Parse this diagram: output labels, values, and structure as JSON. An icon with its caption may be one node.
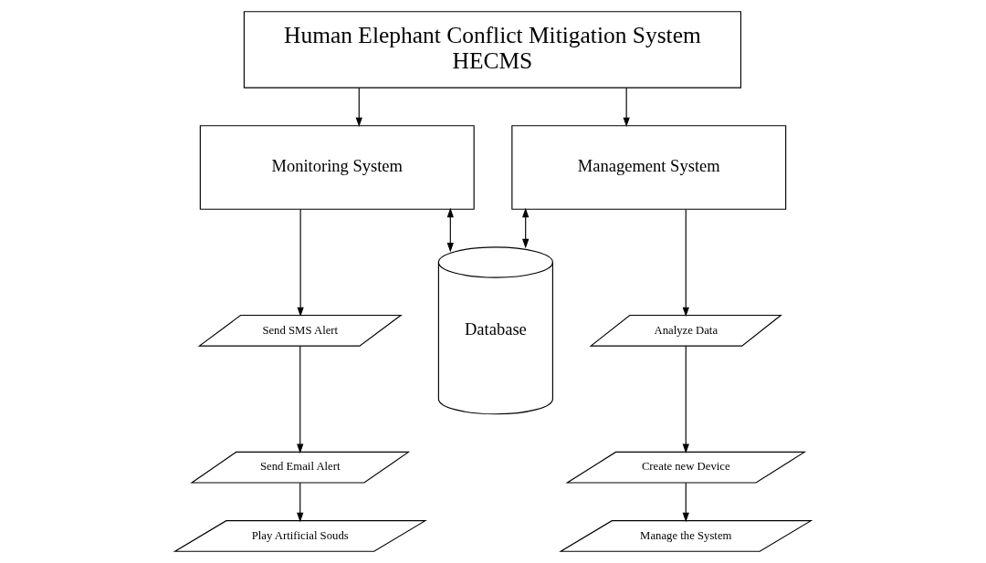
{
  "diagram": {
    "nodes": [
      {
        "text": [
          "Human Elephant Conflict Mitigation System",
          "HECMS"
        ]
      },
      {
        "text": [
          "Monitoring System"
        ]
      },
      {
        "text": [
          "Management System"
        ]
      },
      {
        "text": [
          "Database"
        ]
      },
      {
        "text": [
          "Send SMS Alert"
        ]
      },
      {
        "text": [
          "Send Email Alert"
        ]
      },
      {
        "text": [
          "Play Artificial Souds"
        ]
      },
      {
        "text": [
          "Analyze Data"
        ]
      },
      {
        "text": [
          "Create new Device"
        ]
      },
      {
        "text": [
          "Manage the System"
        ]
      }
    ],
    "edges": [
      {
        "from": 0,
        "to": 1,
        "arrow": "to"
      },
      {
        "from": 0,
        "to": 2,
        "arrow": "to"
      },
      {
        "from": 1,
        "to": 3,
        "arrow": "both"
      },
      {
        "from": 2,
        "to": 3,
        "arrow": "both"
      },
      {
        "from": 1,
        "to": 4,
        "arrow": "to"
      },
      {
        "from": 4,
        "to": 5,
        "arrow": "to"
      },
      {
        "from": 5,
        "to": 6,
        "arrow": "to"
      },
      {
        "from": 2,
        "to": 7,
        "arrow": "to"
      },
      {
        "from": 7,
        "to": 8,
        "arrow": "to"
      },
      {
        "from": 8,
        "to": 9,
        "arrow": "to"
      }
    ]
  }
}
